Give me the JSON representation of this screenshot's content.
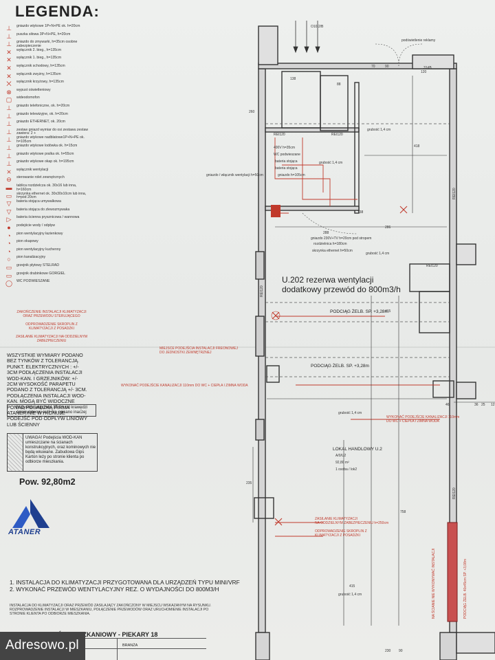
{
  "legend": {
    "title": "LEGENDA:",
    "items": [
      {
        "icon": "socket-1-icon",
        "text": "gniazdo wtykowe 1P+N+PE ok. h=20cm"
      },
      {
        "icon": "socket-3-icon",
        "text": "puszka siłowa 3P+N+PE, h=20cm"
      },
      {
        "icon": "dishwasher-icon",
        "text": "gniazdo do zmywarki, h=35cm osobne zabezpieczenie"
      },
      {
        "icon": "switch-2-icon",
        "text": "wyłącznik 2. bieg., h=135cm"
      },
      {
        "icon": "switch-1-icon",
        "text": "wyłącznik 1. bieg., h=135cm"
      },
      {
        "icon": "switch-stair-icon",
        "text": "wyłącznik schodowy, h=135cm"
      },
      {
        "icon": "bell-switch-icon",
        "text": "wyłącznik zwyżny, h=135cm"
      },
      {
        "icon": "cross-switch-icon",
        "text": "wyłącznik krzyżowy, h=135cm"
      },
      {
        "icon": "light-outlet-icon",
        "text": "wypust oświetleniowy"
      },
      {
        "icon": "intercom-icon",
        "text": "wideodomofon"
      },
      {
        "icon": "phone-socket-icon",
        "text": "gniazdo telefoniczne, ok. h=20cm"
      },
      {
        "icon": "tv-socket-icon",
        "text": "gniazdo telewizyjne, ok. h=20cm"
      },
      {
        "icon": "ethernet-icon",
        "text": "gniazdo ETHERNET, ok. 20cm"
      },
      {
        "icon": "double-socket-icon",
        "text": "zestaw gniazd wymiar do osi zestawu zestaw zawiera: 2 +"
      },
      {
        "icon": "countertop-socket-icon",
        "text": "gniazdo wtykowe nadblatowe1P+N+PE ok. h=105cm"
      },
      {
        "icon": "fridge-socket-icon",
        "text": "gniazdo wtykowe lodówka ok. h=15cm"
      },
      {
        "icon": "washer-socket-icon",
        "text": "gniazdo wtykowe pralka ok. h=55cm"
      },
      {
        "icon": "hood-socket-icon",
        "text": "gniazdo wtykowe okap ok. h=195cm"
      },
      {
        "icon": "fan-switch-icon",
        "text": "wyłącznik wentylacji"
      },
      {
        "icon": "blind-switch-icon",
        "text": "sterowanie rolet zewnętrznych"
      },
      {
        "icon": "panel-icon",
        "text": "tablica rozdzielcza ok. 30x16 lub inna, h=160cm"
      },
      {
        "icon": "box-icon",
        "text": "skrzynka ethernet ok. 30x30x10cm lub inna, h=pod 20cm"
      },
      {
        "icon": "sink-mixer-icon",
        "text": "bateria stojąca umywalkowa"
      },
      {
        "icon": "sink-standing-icon",
        "text": "bateria stojąca do zlewozmywaka"
      },
      {
        "icon": "bath-mixer-icon",
        "text": "bateria ścienna prysznicowa / wannowa"
      },
      {
        "icon": "water-connection-icon",
        "text": "podejście wody / odpływ"
      },
      {
        "icon": "vent-bathroom-icon",
        "text": "pion wentylacyjny łazienkowy"
      },
      {
        "icon": "vent-hood-icon",
        "text": "pion okapowy"
      },
      {
        "icon": "vent-kitchen-icon",
        "text": "pion wentylacyjny kuchenny"
      },
      {
        "icon": "sewer-icon",
        "text": "pion kanalizacyjny"
      },
      {
        "icon": "radiator-plate-icon",
        "text": "grzejnik płytowy STELRAD"
      },
      {
        "icon": "radiator-ladder-icon",
        "text": "grzejnik drabinkowe GORGIEL"
      },
      {
        "icon": "wc-icon",
        "text": "WC PODWIESZANE"
      }
    ],
    "red_notes": [
      "ZAKOŃCZENIE INSTALACJI KLIMATYZACJI ORAZ PRZEWODU STERUJĄCEGO",
      "ODPROWADZENIE SKROPLIN Z KLIMATYZACJI Z POSADZKI",
      "ZASILANIE KLIMATYZACJI NA ODDZIELNYM ZABEZPIECZENIU"
    ]
  },
  "notes": "WSZYSTKIE WYMIARY PODANO BEZ TYNKÓW Z TOLERANCJĄ. PUNKT. ELEKTRYCZNYCH : +/- 3cm PODŁĄCZENIA INSTALACJI WOD-KAN. I GRZEJNIKÓW: +/- 2cm WYSOKOŚĆ PARAPETU PODANO Z TOLERANCJĄ +/- 3cm. PODŁĄCZENIA INSTALACJI WOD-KAN. MOGĄ BYĆ WIDOCZNE PONAD POSADZKĄ FIRMA ATANER NIE WYKONUJE PODEJŚĆ POD ODPŁYW LINIOWY LUB ŚCIENNY",
  "box_note": "Wszystkie włączniki 15 cm od krawędzi ściany/otworu jeśli nie opisano inaczej",
  "uwagi": "UWAGA! Podejścia WOD-KAN umieszczane na ścianach konstrukcyjnych, oraz kominowych nie będą wkuwane. Zabudowa Gips Karton leży po stronie klienta po odbiorze mieszkania.",
  "area": "Pow. 92,80m2",
  "brand": "ATANER",
  "footnote": "1. INSTALACJA DO KLIMATYZACJI PRZYGOTOWANA DLA URZĄDZEŃ TYPU mini/VRF\n2. WYKONAĆ PRZEWÓD WENTYLACYJNY REZ. O WYDAJNOŚCI DO 800m3/h",
  "footnote2": "INSTALACJA DO KLIMATYZACJI ORAZ PRZEWÓD ZASILAJĄCY ZAKOŃCZONY W MIEJSCU WSKAZANYM NA RYSUNKU. ROZPROWADZENIE INSTALACJI W MIESZKANIU, POŁĄCZENIE PRZEWODÓW ORAZ URUCHOMIENIE INSTALACJI PO STRONIE KLIENTA PO ODBIORZE MIESZKANIA.",
  "title_block": {
    "project": "ZESPÓŁ MIESZKANIOWY - PIEKARY 18",
    "branza": "BRANŻA"
  },
  "watermark": "Adresowo.pl",
  "plan": {
    "ventilation_note": "U.202 rezerwa wentylacji\ndodatkowy przewód do 800m3/h",
    "podciag_1": "PODCIĄG ŻELB. SP. +3,28m",
    "podciag_2": "PODCIĄG ŻELB. SP. +3,28m",
    "thickness": [
      "grubość 1,4 cm",
      "grubość 1,4 cm",
      "grubość 1,4 cm",
      "grubość 1,4 cm",
      "grubość 1,4 cm"
    ],
    "rei": [
      "REI120",
      "REI120",
      "REI120",
      "REI120",
      "REI120",
      "REI120"
    ],
    "room_label": "LOKAL HANDLOWY U.2",
    "room_codes": [
      "A/0/U2",
      "92,80 m²",
      "1 osoba / lok2"
    ],
    "axis_label": "O10.2/B",
    "dims": [
      "418",
      "286",
      "288",
      "415",
      "758",
      "235",
      "120",
      "90",
      "70",
      "31dB",
      "138",
      "260",
      "88",
      "138",
      "46",
      "25",
      "36",
      "12",
      "415",
      "230",
      "90"
    ],
    "red_labels": [
      "MIEJSCE PODEJŚCIA INSTALACJI FREONOWEJ\nDO JEDNOSTKI ZEWNĘTRZNEJ",
      "WYKONAĆ PODEJŚCIE KANALIZACJI 110mm DO WC + CIEPŁA I ZIMNA WODA",
      "WYKONAĆ PODEJŚCIE KANALIZACJI 110mm\nDO WC + CIEPŁA I ZIMNA WODA",
      "ZASILANIE KLIMATYZACJI\nNA ODDZIELNYM ZABEZPIECZENIU h=250cm",
      "ODPROWADZENIE SKROPLIN Z\nKLIMATYZACJI Z POSADZKI",
      "NA ŚCIANIE NIE WYKONYWAĆ INSTALACJI",
      "PODCIĄG ŻELB. 40x45cm SP. +3,08m"
    ],
    "small_labels": [
      "400V h=35cm",
      "WC podwieszane",
      "bateria stojąca",
      "bateria stojąca",
      "gniazdo h=105cm",
      "gniazdo / włącznik wentylacji h=50cm",
      "gniazdo 230V+TV h=20cm pod stropem",
      "rozdzielnica h=180cm",
      "skrzynka ethernet h=50cm",
      "podświetlenie reklamy"
    ]
  }
}
